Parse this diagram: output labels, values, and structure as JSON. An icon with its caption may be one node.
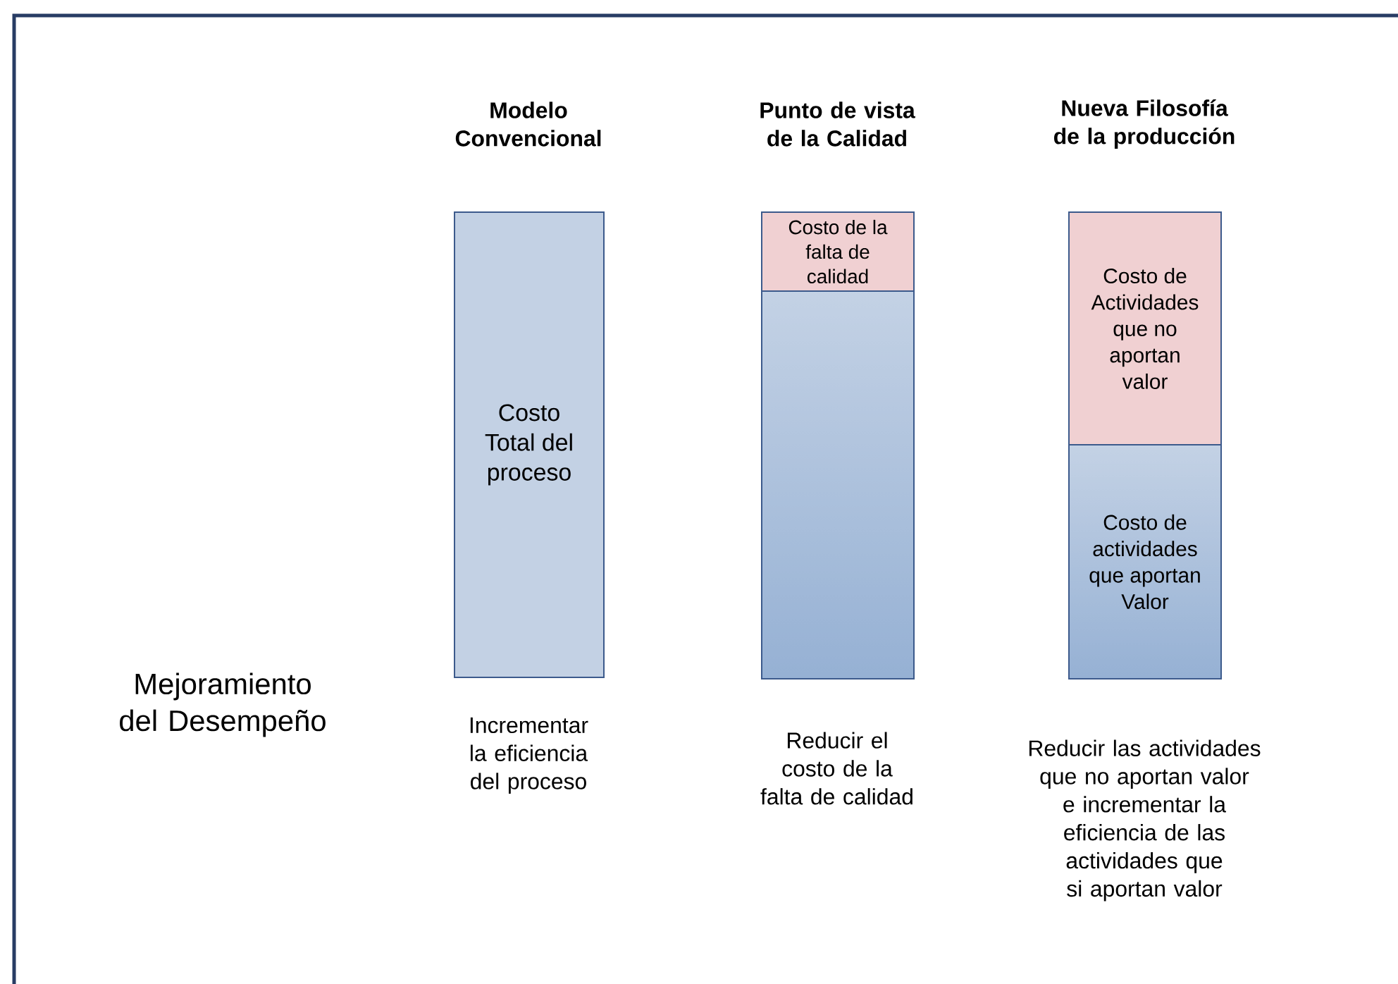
{
  "diagram": {
    "nodes": [
      {
        "text": [
          "Costo Total del proceso"
        ]
      },
      {
        "text": [
          "Costo de la falta de calidad"
        ]
      },
      {
        "text": [],
        "shape": "box"
      },
      {
        "text": [
          "Costo de Actividades que no aportan valor"
        ]
      },
      {
        "text": [
          "Costo de actividades que aportan Valor"
        ]
      }
    ],
    "labels": [
      "Modelo Convencional",
      "Punto de vista de la Calidad",
      "Nueva Filosofía de la producción",
      "Mejoramiento del Desempeño",
      "Incrementar la eficiencia del proceso",
      "Reducir el costo de la falta de calidad",
      "Reducir las actividades que no aportan valor e incrementar la eficiencia de las actividades que si aportan valor"
    ]
  }
}
